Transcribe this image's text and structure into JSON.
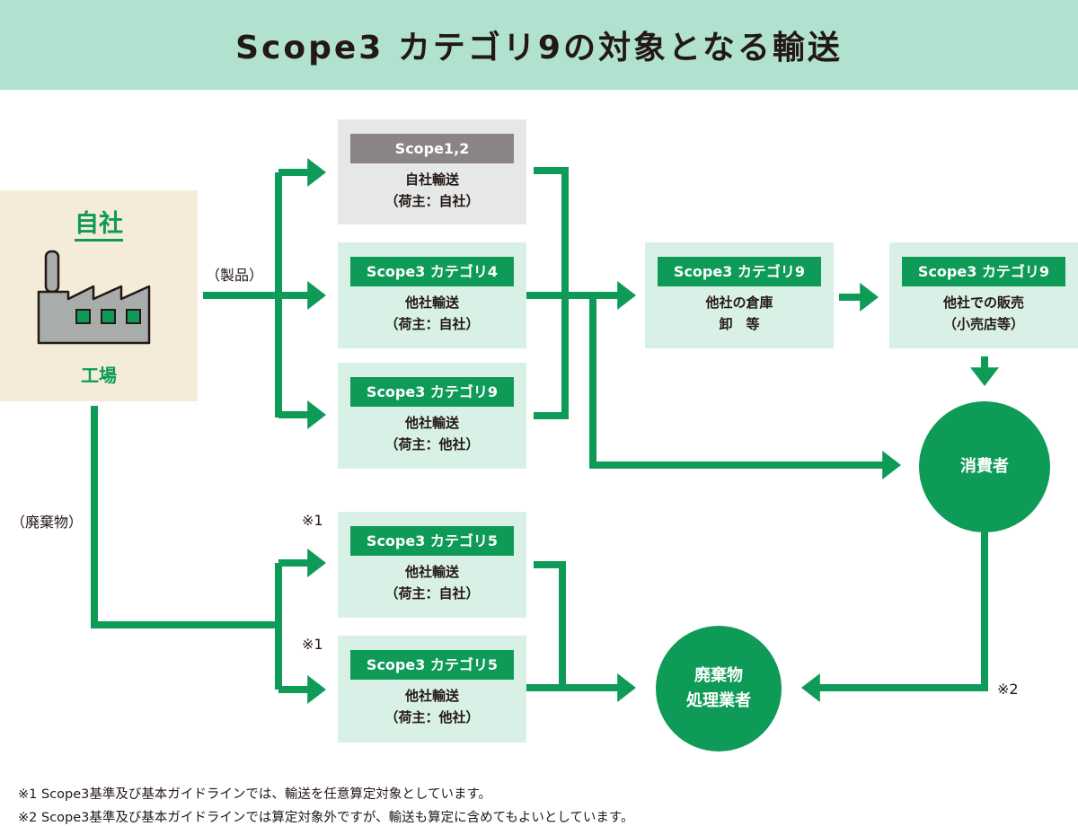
{
  "title": "Scope3 カテゴリ9の対象となる輸送",
  "company": {
    "name": "自社",
    "facility": "工場"
  },
  "flow_labels": {
    "product": "（製品）",
    "waste": "（廃棄物）"
  },
  "boxes": {
    "own_transport": {
      "tag": "Scope1,2",
      "line1": "自社輸送",
      "line2": "（荷主：自社）"
    },
    "cat4_transport": {
      "tag": "Scope3 カテゴリ4",
      "line1": "他社輸送",
      "line2": "（荷主：自社）"
    },
    "cat9_transport": {
      "tag": "Scope3 カテゴリ9",
      "line1": "他社輸送",
      "line2": "（荷主：他社）"
    },
    "cat9_warehouse": {
      "tag": "Scope3 カテゴリ9",
      "line1": "他社の倉庫",
      "line2": "卸　等"
    },
    "cat9_retail": {
      "tag": "Scope3 カテゴリ9",
      "line1": "他社での販売",
      "line2": "（小売店等）"
    },
    "cat5_own": {
      "tag": "Scope3 カテゴリ5",
      "line1": "他社輸送",
      "line2": "（荷主：自社）"
    },
    "cat5_other": {
      "tag": "Scope3 カテゴリ5",
      "line1": "他社輸送",
      "line2": "（荷主：他社）"
    }
  },
  "consumer": "消費者",
  "waste_processor": {
    "line1": "廃棄物",
    "line2": "処理業者"
  },
  "marks": {
    "note1_a": "※1",
    "note1_b": "※1",
    "note2": "※2"
  },
  "footnotes": [
    "※1 Scope3基準及び基本ガイドラインでは、輸送を任意算定対象としています。",
    "※2 Scope3基準及び基本ガイドラインでは算定対象外ですが、輸送も算定に含めてもよいとしています。"
  ],
  "colors": {
    "accent_green": "#0e9b57",
    "light_green_box": "#d8f0e5",
    "header_bg": "#b0e2cf",
    "gray_box": "#e6e7e7",
    "gray_tag": "#8a8584",
    "company_bg": "#f4ecd8",
    "factory_gray": "#a8acaa"
  },
  "icons": [
    "factory-icon",
    "arrow-icon"
  ]
}
